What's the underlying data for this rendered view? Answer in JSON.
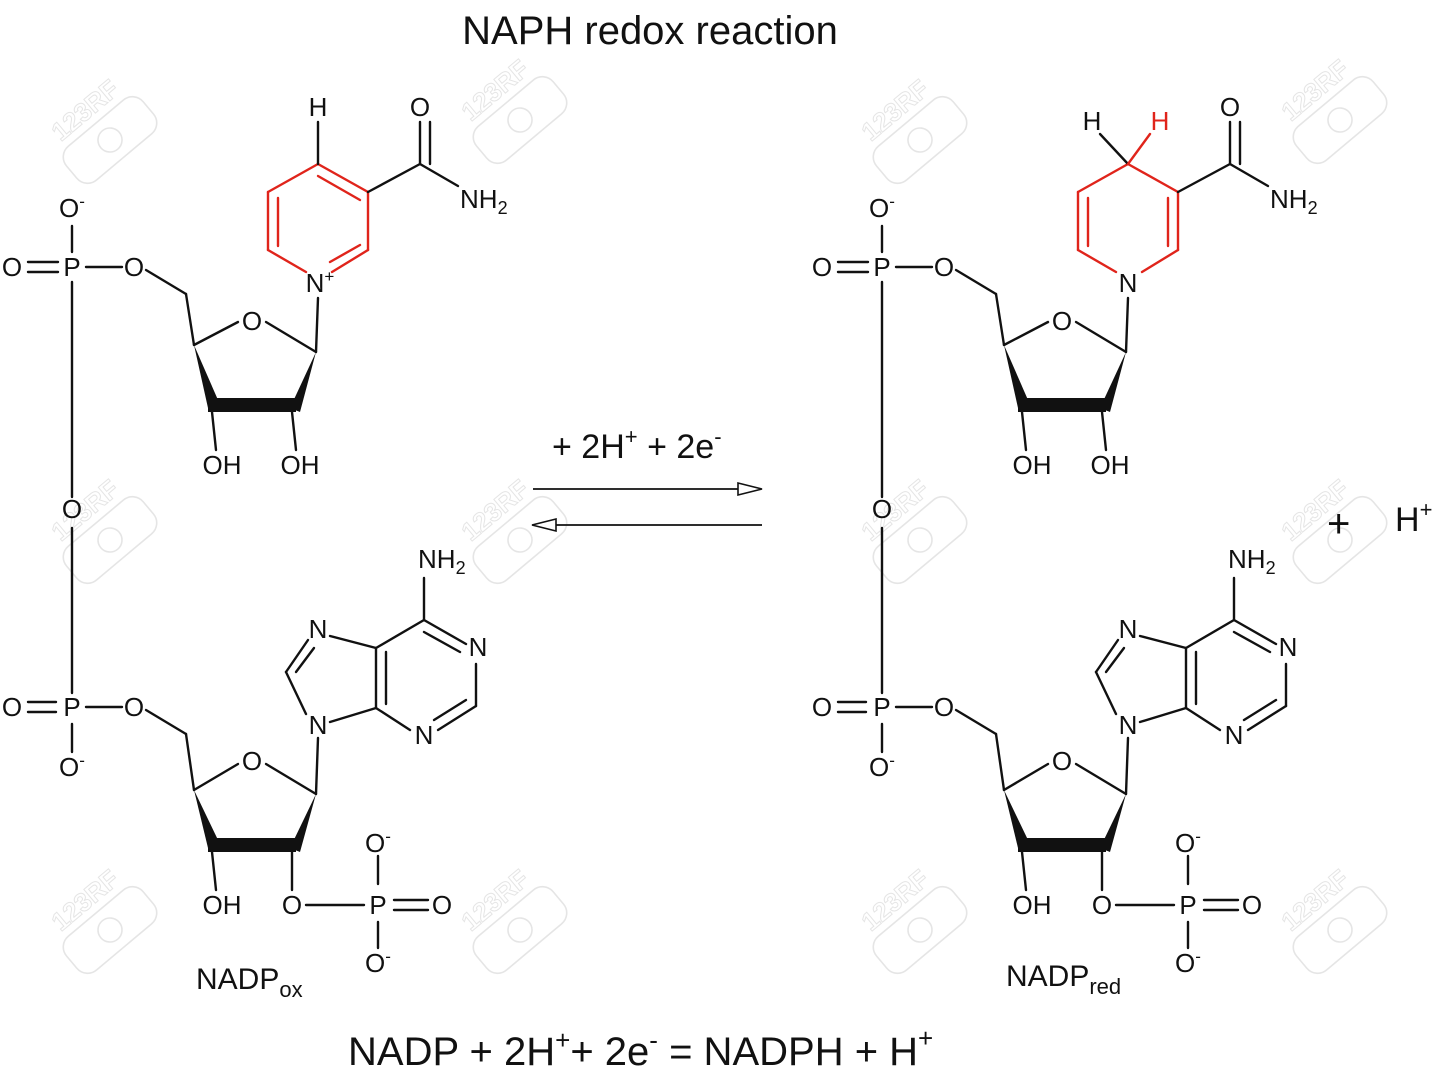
{
  "title": "NAPH redox reaction",
  "conditions": {
    "prefix": "+ 2H",
    "h_charge": "+",
    "mid": " + 2e",
    "e_charge": "-"
  },
  "product_extra": {
    "plus": "+",
    "h": "H",
    "charge": "+"
  },
  "equation": {
    "a": "NADP + 2H",
    "a_charge": "+",
    "b": "+ 2e",
    "b_charge": "-",
    "c": " = NADPH + H",
    "c_charge": "+"
  },
  "left_molecule": {
    "name": "NADP",
    "subscript": "ox"
  },
  "right_molecule": {
    "name": "NADP",
    "subscript": "red"
  },
  "atoms": {
    "H": "H",
    "O": "O",
    "N": "N",
    "P": "P",
    "OH": "OH",
    "NH2": "NH",
    "two": "2",
    "plus": "+",
    "minus": "-"
  },
  "watermark": {
    "text": "123RF"
  },
  "colors": {
    "ink": "#111111",
    "highlight": "#e0241b",
    "watermark": "#cfcfcf"
  }
}
